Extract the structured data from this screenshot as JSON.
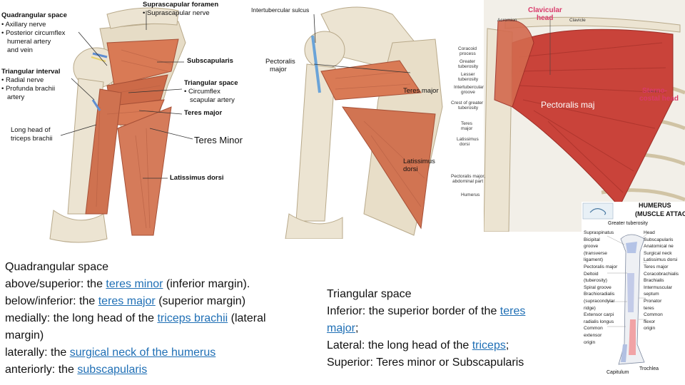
{
  "fig1": {
    "labels": {
      "quadrangular_title": "Quadrangular space",
      "quad_axillary": "• Axillary nerve",
      "quad_posterior1": "• Posterior circumflex",
      "quad_posterior2": "humeral artery",
      "quad_posterior3": "and vein",
      "suprascapular_title": "Suprascapular foramen",
      "suprascapular_nerve": "• Suprascapular nerve",
      "subscapularis": "Subscapularis",
      "triangular_interval": "Triangular interval",
      "ti_radial": "• Radial nerve",
      "ti_profunda1": "• Profunda brachii",
      "ti_profunda2": "artery",
      "triangular_space": "Triangular space",
      "ts_circ1": "• Circumflex",
      "ts_circ2": "scapular artery",
      "teres_major": "Teres major",
      "long_head1": "Long head of",
      "long_head2": "triceps brachii",
      "teres_minor_callout": "Teres Minor",
      "latissimus": "Latissimus dorsi"
    }
  },
  "fig2": {
    "labels": {
      "intertubercular": "Intertubercular sulcus",
      "pectoralis1": "Pectoralis",
      "pectoralis2": "major",
      "teres_major": "Teres major",
      "latissimus1": "Latissimus",
      "latissimus2": "dorsi"
    }
  },
  "fig3": {
    "labels": {
      "clavicular1": "Clavicular",
      "clavicular2": "head",
      "sterno1": "Sterno-",
      "sterno2": "costal head",
      "pectoralis_maj": "Pectoralis maj",
      "acromion": "Acromion",
      "clavicle": "Clavicle",
      "coracoid1": "Coracoid",
      "coracoid2": "process",
      "greater1": "Greater",
      "greater2": "tuberosity",
      "lesser1": "Lesser",
      "lesser2": "tuberosity",
      "intertub1": "Intertubercular",
      "intertub2": "groove",
      "crest1": "Crest of greater",
      "crest2": "tuberosity",
      "tm1": "Teres",
      "tm2": "major",
      "ld1": "Latissimus",
      "ld2": "dorsi",
      "pm1": "Pectoralis major,",
      "pm2": "abdominal part",
      "humerus": "Humerus"
    }
  },
  "fig4": {
    "title1": "HUMERUS",
    "title2": "(MUSCLE ATTAC",
    "left_labels": [
      "Supraspinatus",
      "Bicipital",
      "groove",
      "(transverse",
      "ligament)",
      "Pectoralis major",
      "Deltoid",
      "(tuberosity)",
      "Spiral groove",
      "Brachioradialis",
      "(supracondylar",
      "ridge)",
      "Extensor carpi",
      "radialis longus",
      "Common",
      "extensor",
      "origin"
    ],
    "right_labels": [
      "Head",
      "Subscapularis",
      "Anatomical ne",
      "Surgical neck",
      "Latissimus dorsi",
      "Teres major",
      "Coracobrachialis",
      "Brachialis",
      "Intermuscular",
      "septum",
      "Pronator",
      "teres",
      "Common",
      "flexor",
      "origin"
    ],
    "top_label": "Greater tuberosity",
    "bottom_labels": [
      "Capitulum",
      "Trochlea"
    ]
  },
  "text_left": {
    "line1": "Quadrangular space",
    "line2_pre": "above/superior: the ",
    "line2_link": "teres minor",
    "line2_post": " (inferior margin).",
    "line3_pre": "below/inferior: the ",
    "line3_link": "teres major",
    "line3_post": " (superior margin)",
    "line4_pre": "medially: the long head of the ",
    "line4_link": "triceps brachii",
    "line4_post": " (lateral",
    "line5": "margin)",
    "line6_pre": "laterally: the ",
    "line6_link": "surgical neck of the humerus",
    "line7_pre": "anteriorly: the ",
    "line7_link": "subscapularis"
  },
  "text_right": {
    "line1": "Triangular space",
    "line2_pre": "Inferior: the superior border of the ",
    "line2_link": "teres",
    "line3_link": "major",
    "line3_post": ";",
    "line4_pre": "Lateral: the long head of the ",
    "line4_link": "triceps",
    "line4_post": ";",
    "line5": "Superior: Teres minor or Subscapularis"
  },
  "colors": {
    "muscle": "#d97a55",
    "muscle_dark": "#b9543a",
    "bone": "#ece4d2",
    "link": "#1f6fb5",
    "pectoral_red": "#c9433a",
    "pink_label": "#d93a6a"
  }
}
